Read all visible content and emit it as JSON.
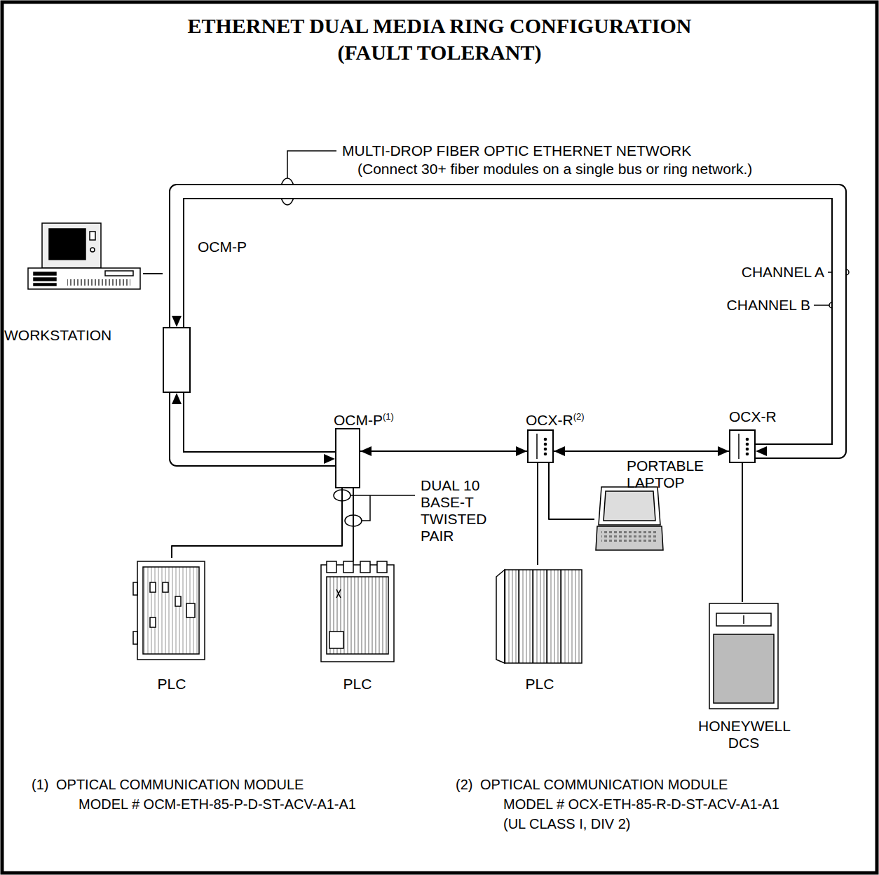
{
  "diagram": {
    "title": "ETHERNET DUAL MEDIA RING CONFIGURATION (FAULT TOLERANT)",
    "nodes": [
      {
        "text": [
          "WORKSTATION"
        ]
      },
      {
        "text": [
          "OCM-P"
        ]
      },
      {
        "text": [
          "OCM-P",
          "(1)"
        ]
      },
      {
        "text": [
          "OCX-R",
          "(2)"
        ]
      },
      {
        "text": [
          "OCX-R"
        ]
      },
      {
        "text": [
          "PLC"
        ]
      },
      {
        "text": [
          "PLC"
        ]
      },
      {
        "text": [
          "PLC"
        ]
      },
      {
        "text": [
          "PORTABLE LAPTOP"
        ]
      },
      {
        "text": [
          "HONEYWELL DCS"
        ]
      }
    ],
    "edges": [
      {
        "from": 0,
        "to": 1,
        "arrow": "none"
      },
      {
        "from": 1,
        "to": 2,
        "arrow": "both"
      },
      {
        "from": 2,
        "to": 3,
        "arrow": "both"
      },
      {
        "from": 3,
        "to": 4,
        "arrow": "both"
      },
      {
        "from": 4,
        "to": 1,
        "arrow": "both"
      },
      {
        "from": 2,
        "to": 5,
        "arrow": "none"
      },
      {
        "from": 2,
        "to": 6,
        "arrow": "none"
      },
      {
        "from": 3,
        "to": 7,
        "arrow": "none"
      },
      {
        "from": 3,
        "to": 8,
        "arrow": "none"
      },
      {
        "from": 4,
        "to": 9,
        "arrow": "none"
      }
    ],
    "labels": [
      "MULTI-DROP FIBER OPTIC ETHERNET NETWORK",
      "(Connect 30+ fiber modules on a single bus or ring network.)",
      "CHANNEL A",
      "CHANNEL B",
      "DUAL 10 BASE-T TWISTED PAIR",
      "(1)",
      "OPTICAL COMMUNICATION MODULE",
      "MODEL # OCM-ETH-85-P-D-ST-ACV-A1-A1",
      "(2)",
      "OPTICAL COMMUNICATION MODULE",
      "MODEL # OCX-ETH-85-R-D-ST-ACV-A1-A1",
      "(UL CLASS I, DIV 2)"
    ]
  }
}
